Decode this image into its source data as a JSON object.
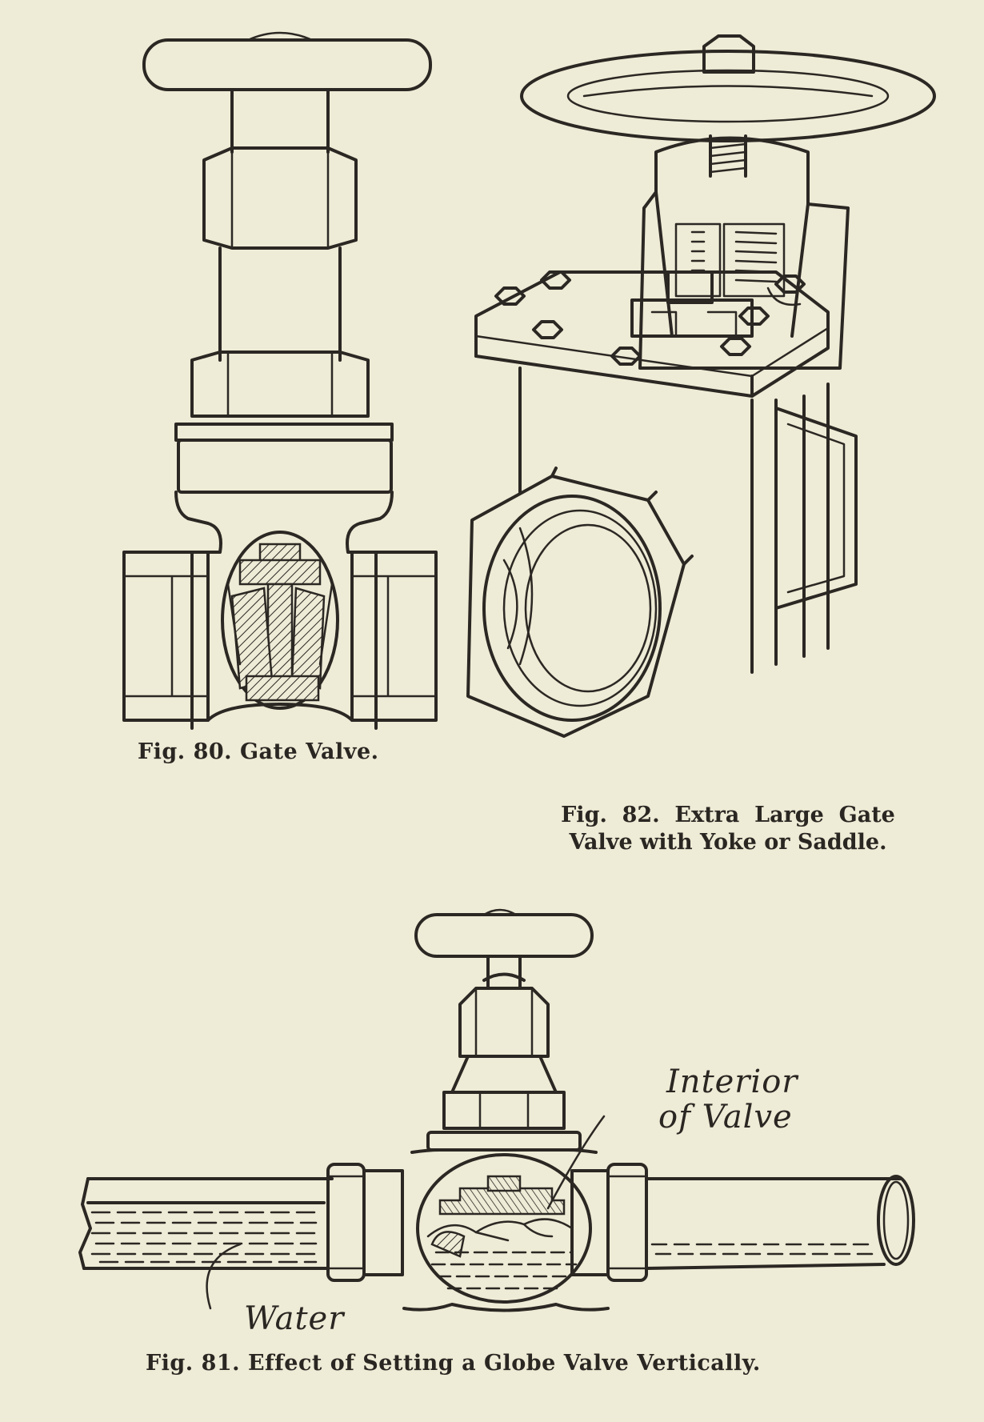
{
  "figures": {
    "fig80": {
      "caption": "Fig. 80.  Gate Valve."
    },
    "fig82": {
      "caption_line1": "Fig.  82.  Extra  Large  Gate",
      "caption_line2": "Valve with Yoke or Saddle."
    },
    "fig81": {
      "caption": "Fig. 81.  Effect of Setting a Globe Valve Vertically.",
      "label_interior_line1": "Interior",
      "label_interior_line2": "of Valve",
      "label_water": "Water"
    }
  },
  "colors": {
    "paper": "#eeebd6",
    "ink": "#2b2723"
  }
}
